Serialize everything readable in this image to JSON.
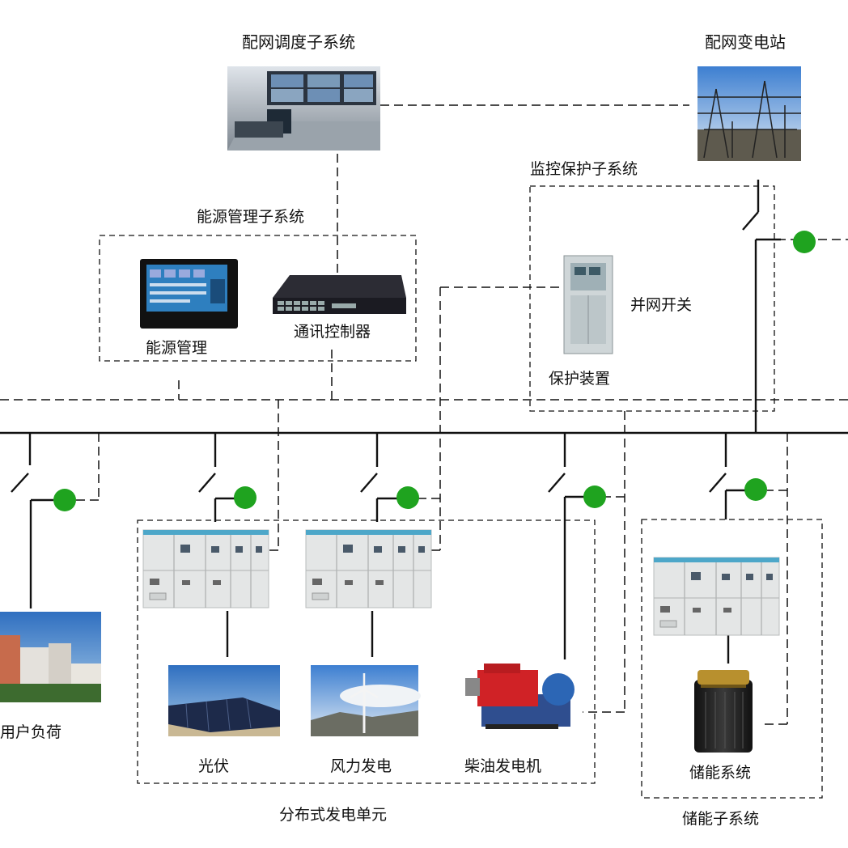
{
  "labels": {
    "dispatch_subsystem": "配网调度子系统",
    "substation": "配网变电站",
    "monitor_protect_subsystem": "监控保护子系统",
    "energy_mgmt_subsystem": "能源管理子系统",
    "energy_mgmt": "能源管理",
    "comm_controller": "通讯控制器",
    "grid_switch": "并网开关",
    "protection_device": "保护装置",
    "user_load": "用户负荷",
    "pv": "光伏",
    "wind": "风力发电",
    "diesel": "柴油发电机",
    "storage": "储能系统",
    "dist_gen_unit": "分布式发电单元",
    "storage_subsystem": "储能子系统"
  },
  "colors": {
    "line": "#111111",
    "indicator": "#1fa31f",
    "cabinet": "#e6e8e8",
    "cabinet_stripe": "#4da7c9"
  },
  "icons": [
    "control-room-photo",
    "substation-photo",
    "energy-mgmt-screen",
    "network-switch",
    "protection-cabinet",
    "switchgear-cabinet",
    "apartment-photo",
    "solar-panel-photo",
    "wind-turbine-photo",
    "diesel-generator",
    "battery-cabinet"
  ]
}
